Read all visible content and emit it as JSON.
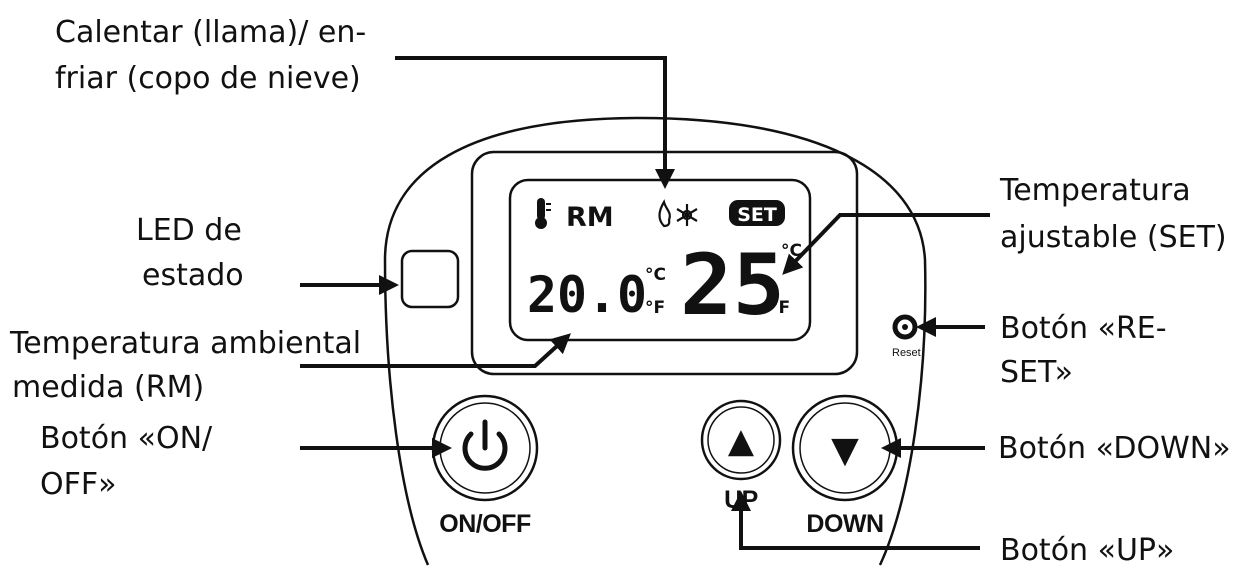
{
  "callouts": {
    "heat_cool_line1": "Calentar (llama)/ en-",
    "heat_cool_line2": "friar (copo de nieve)",
    "status_led_line1": "LED de",
    "status_led_line2": "estado",
    "set_temp_line1": "Temperatura",
    "set_temp_line2": "ajustable (SET)",
    "room_temp_line1": "Temperatura ambiental",
    "room_temp_line2": "medida (RM)",
    "reset_line1": "Botón «RE-",
    "reset_line2": "SET»",
    "onoff_line1": "Botón «ON/",
    "onoff_line2": "OFF»",
    "down": "Botón «DOWN»",
    "up": "Botón «UP»"
  },
  "display": {
    "rm_label": "RM",
    "set_badge": "SET",
    "room_value": "20.0",
    "set_value": "25",
    "unit_c": "°C",
    "unit_f": "°F",
    "icons": [
      "thermometer-icon",
      "flame-icon",
      "snowflake-icon"
    ]
  },
  "buttons": {
    "onoff_label": "ON/OFF",
    "up_label": "UP",
    "down_label": "DOWN",
    "reset_label": "Reset",
    "up_symbol": "▲",
    "down_symbol": "▼"
  }
}
